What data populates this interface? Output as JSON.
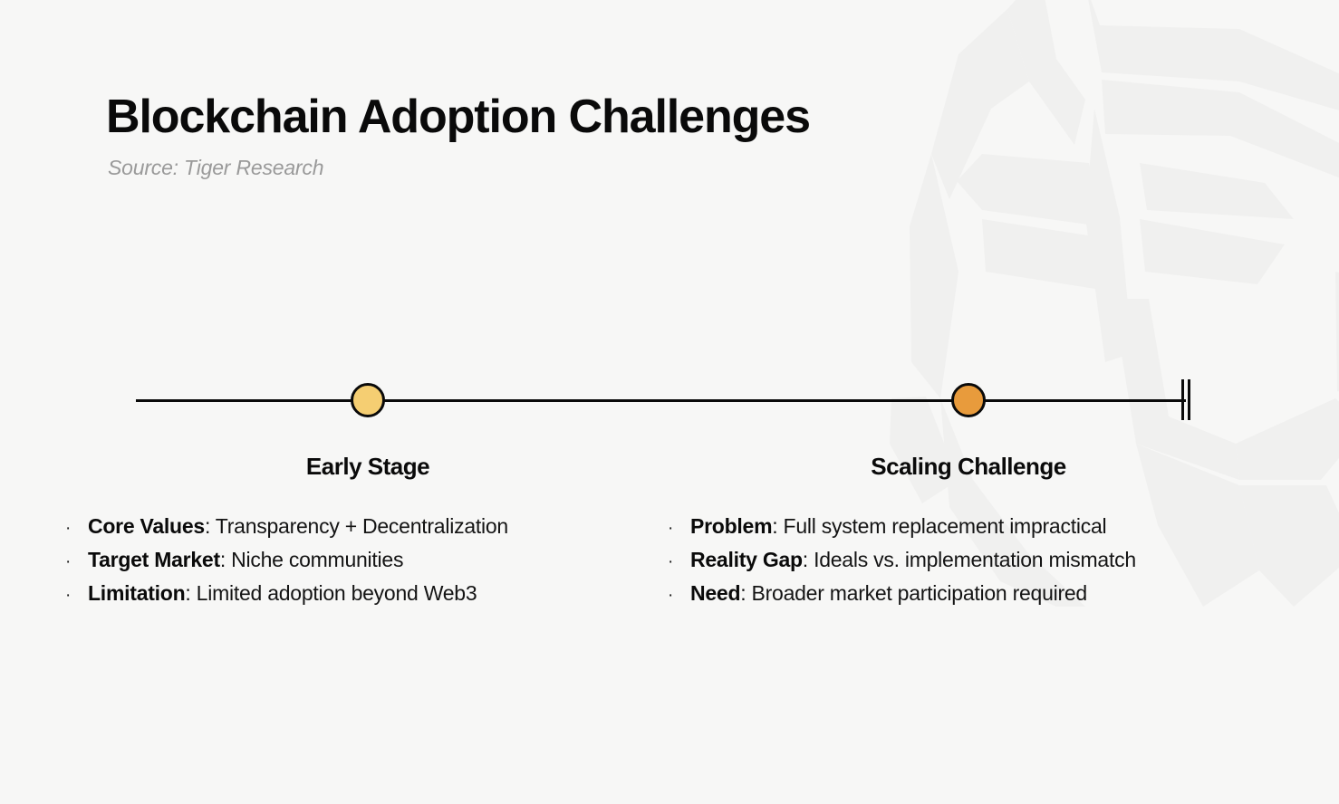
{
  "header": {
    "title": "Blockchain Adoption Challenges",
    "subtitle": "Source: Tiger Research"
  },
  "colors": {
    "background": "#f7f7f6",
    "watermark": "#f0f0ef",
    "axis": "#0a0a0a",
    "node_early": "#f5ce72",
    "node_scaling": "#e89b3c",
    "title": "#0a0a0a",
    "subtitle": "#9a9a9a",
    "body_text": "#141414"
  },
  "timeline": {
    "bullet_glyph": "·",
    "stages": [
      {
        "label": "Early Stage",
        "node_color": "#f5ce72",
        "bullets": [
          {
            "term": "Core Values",
            "text": ": Transparency + Decentralization"
          },
          {
            "term": "Target Market",
            "text": ": Niche communities"
          },
          {
            "term": "Limitation",
            "text": ": Limited adoption beyond Web3"
          }
        ]
      },
      {
        "label": "Scaling Challenge",
        "node_color": "#e89b3c",
        "bullets": [
          {
            "term": "Problem",
            "text": ": Full system replacement impractical"
          },
          {
            "term": "Reality Gap",
            "text": ": Ideals vs. implementation mismatch"
          },
          {
            "term": "Need",
            "text": ": Broader market participation required"
          }
        ]
      }
    ]
  }
}
